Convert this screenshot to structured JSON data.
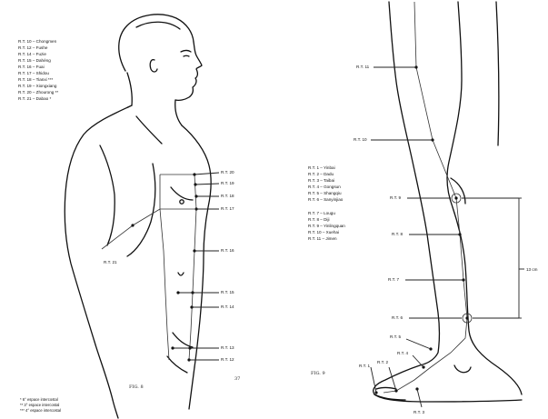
{
  "left_page": {
    "legend_lines": [
      "R.T. 10 – Chongmen",
      "R.T. 12 – Fushe",
      "R.T. 14 – Fuzie",
      "R.T. 15 – Dahèng",
      "R.T. 16 – Fuai",
      "R.T. 17 – Shidou",
      "R.T. 18 – Tianxi ***",
      "R.T. 19 – Xiongxiang",
      "R.T. 20 – Zhourong **",
      "R.T. 21 – Dabao *"
    ],
    "point_labels": [
      "R.T. 20",
      "R.T. 19",
      "R.T. 18",
      "R.T. 17",
      "R.T. 16",
      "R.T. 15",
      "R.T. 14",
      "R.T. 13",
      "R.T. 12",
      "R.T. 21"
    ],
    "figure_caption": "FIG. 8",
    "page_number": "37",
    "footnotes": [
      "* 6° espace intercostal",
      "** 3° espace intercostal",
      "*** 4° espace intercostal"
    ]
  },
  "right_page": {
    "legend_lines": [
      "R.T. 1 – Yinbai",
      "R.T. 2 – Dadu",
      "R.T. 3 – Taibai",
      "R.T. 4 – Gongsun",
      "R.T. 5 – Shangqiu",
      "R.T. 6 – Sanyinjiao",
      "R.T. 7 – Lougu",
      "R.T. 8 – Diji",
      "R.T. 9 – Yinlingquan",
      "R.T. 10 – Xuehai",
      "R.T. 11 – Jimen"
    ],
    "point_labels": [
      "R.T. 11",
      "R.T. 10",
      "R.T. 9",
      "R.T. 8",
      "R.T. 7",
      "R.T. 6",
      "R.T. 5",
      "R.T. 4",
      "R.T. 3",
      "R.T. 2",
      "R.T. 1"
    ],
    "measure_label": "13 cm",
    "figure_caption": "FIG. 9"
  }
}
